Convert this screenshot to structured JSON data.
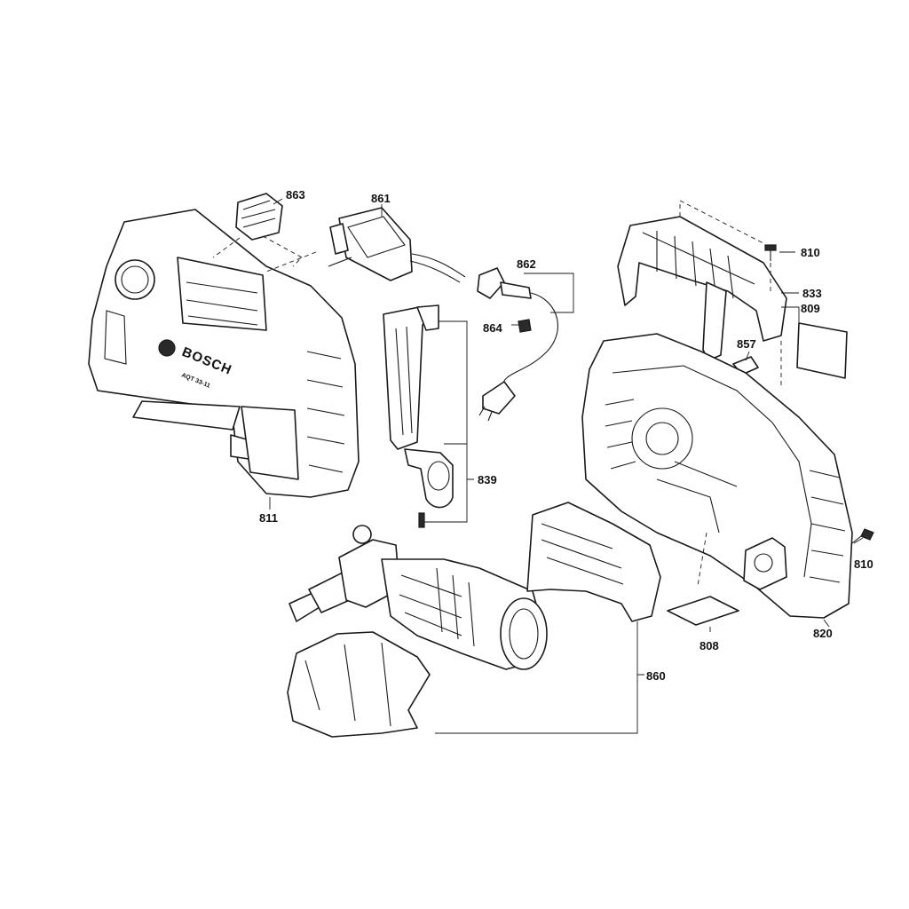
{
  "callouts": {
    "c863": "863",
    "c861": "861",
    "c862": "862",
    "c864": "864",
    "c810a": "810",
    "c833": "833",
    "c809": "809",
    "c857": "857",
    "c839": "839",
    "c811": "811",
    "c810b": "810",
    "c820": "820",
    "c808": "808",
    "c860": "860"
  },
  "housing": {
    "logo": "BOSCH",
    "model": "AQT 33-11"
  }
}
